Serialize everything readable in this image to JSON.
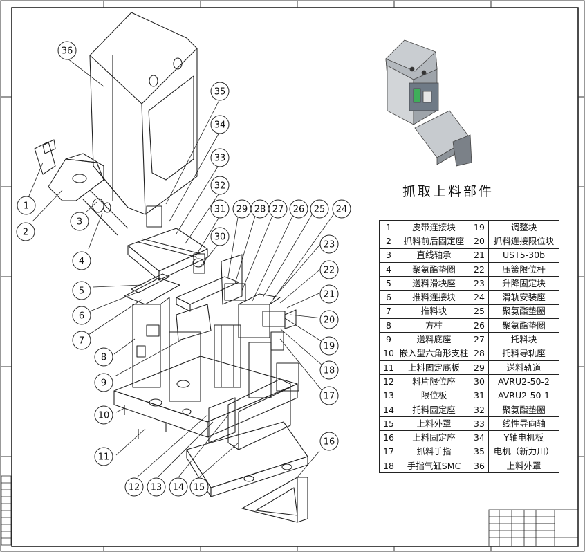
{
  "drawing": {
    "title": "抓取上料部件",
    "callouts": [
      "1",
      "2",
      "3",
      "4",
      "5",
      "6",
      "7",
      "8",
      "9",
      "10",
      "11",
      "12",
      "13",
      "14",
      "15",
      "16",
      "17",
      "18",
      "19",
      "20",
      "21",
      "22",
      "23",
      "24",
      "25",
      "26",
      "27",
      "28",
      "29",
      "30",
      "31",
      "32",
      "33",
      "34",
      "35",
      "36"
    ],
    "bom_left": [
      {
        "no": "1",
        "name": "皮带连接块"
      },
      {
        "no": "2",
        "name": "抓料前后固定座"
      },
      {
        "no": "3",
        "name": "直线轴承"
      },
      {
        "no": "4",
        "name": "聚氨酯垫圈"
      },
      {
        "no": "5",
        "name": "送料滑块座"
      },
      {
        "no": "6",
        "name": "推料连接块"
      },
      {
        "no": "7",
        "name": "推料块"
      },
      {
        "no": "8",
        "name": "方柱"
      },
      {
        "no": "9",
        "name": "送料底座"
      },
      {
        "no": "10",
        "name": "嵌入型六角形支柱"
      },
      {
        "no": "11",
        "name": "上料固定底板"
      },
      {
        "no": "12",
        "name": "料片限位座"
      },
      {
        "no": "13",
        "name": "限位板"
      },
      {
        "no": "14",
        "name": "托料固定座"
      },
      {
        "no": "15",
        "name": "上料外罩"
      },
      {
        "no": "16",
        "name": "上料固定座"
      },
      {
        "no": "17",
        "name": "抓料手指"
      },
      {
        "no": "18",
        "name": "手指气缸SMC"
      }
    ],
    "bom_right": [
      {
        "no": "19",
        "name": "调整块"
      },
      {
        "no": "20",
        "name": "抓料连接限位块"
      },
      {
        "no": "21",
        "name": "UST5-30b"
      },
      {
        "no": "22",
        "name": "压簧限位杆"
      },
      {
        "no": "23",
        "name": "升降固定块"
      },
      {
        "no": "24",
        "name": "滑轨安装座"
      },
      {
        "no": "25",
        "name": "聚氨酯垫圈"
      },
      {
        "no": "26",
        "name": "聚氨酯垫圈"
      },
      {
        "no": "27",
        "name": "托料块"
      },
      {
        "no": "28",
        "name": "托料导轨座"
      },
      {
        "no": "29",
        "name": "送料轨道"
      },
      {
        "no": "30",
        "name": "AVRU2-50-2"
      },
      {
        "no": "31",
        "name": "AVRU2-50-1"
      },
      {
        "no": "32",
        "name": "聚氨酯垫圈"
      },
      {
        "no": "33",
        "name": "线性导向轴"
      },
      {
        "no": "34",
        "name": "Y轴电机板"
      },
      {
        "no": "35",
        "name": "电机（新力川）"
      },
      {
        "no": "36",
        "name": "上料外罩"
      }
    ]
  }
}
